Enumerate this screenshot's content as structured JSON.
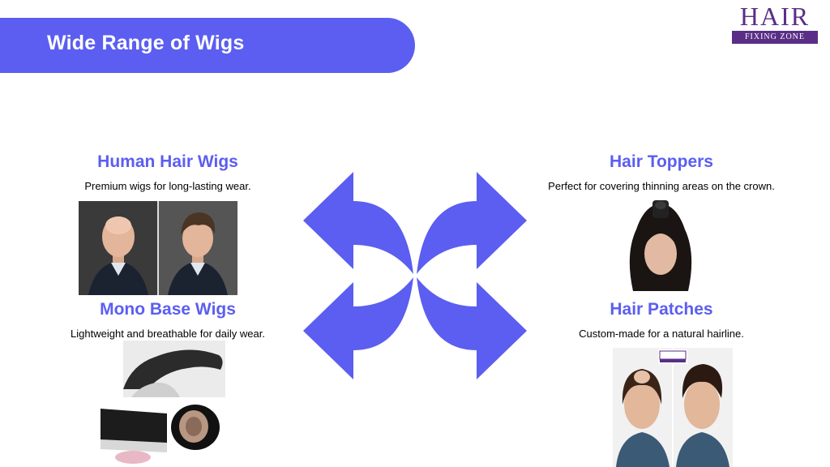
{
  "header": {
    "title": "Wide Range of Wigs"
  },
  "logo": {
    "word": "HAIR",
    "sub": "FIXING ZONE"
  },
  "products": [
    {
      "title": "Human Hair Wigs",
      "desc": "Premium wigs for long-lasting wear."
    },
    {
      "title": "Hair Toppers",
      "desc": "Perfect for covering thinning areas on the crown."
    },
    {
      "title": "Mono Base Wigs",
      "desc": "Lightweight and breathable for daily wear."
    },
    {
      "title": "Hair Patches",
      "desc": "Custom-made for a natural hairline."
    }
  ],
  "colors": {
    "accent": "#5b5ef0",
    "logo": "#5a2e86"
  },
  "icons": {
    "center": "cycle-arrows-icon"
  }
}
